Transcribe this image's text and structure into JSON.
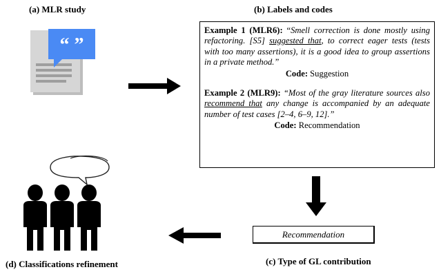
{
  "captions": {
    "a": "(a) MLR study",
    "b": "(b) Labels and codes",
    "c": "(c) Type of GL contribution",
    "d": "(d) Classifications refinement"
  },
  "example1": {
    "label": "Example 1 (MLR6):",
    "quote_open": "“",
    "quote_part1": "Smell correction is done mostly using refactoring. [S5] ",
    "quote_underlined": "suggested that",
    "quote_part2": ", to correct eager tests (tests with too many assertions), it is a good idea to group assertions in a private method.”",
    "code_label": "Code:",
    "code_value": "Suggestion"
  },
  "example2": {
    "label": "Example 2 (MLR9):",
    "quote_part1": "“Most of the gray literature sources also ",
    "quote_underlined": "recommend that",
    "quote_part2": " any change is accompanied by an adequate number of test cases [2–4, 6–9, 12].”",
    "code_label": "Code:",
    "code_value": "Recommendation"
  },
  "contribution_type": "Recommendation",
  "icons": {
    "document": "document-quote-icon",
    "quote_glyph": "“ ”",
    "people": "people-group-icon",
    "speech": "speech-bubbles-icon"
  },
  "colors": {
    "quote_blue": "#4a8af4",
    "paper_gray": "#9e9e9e",
    "arrow": "#000000"
  }
}
